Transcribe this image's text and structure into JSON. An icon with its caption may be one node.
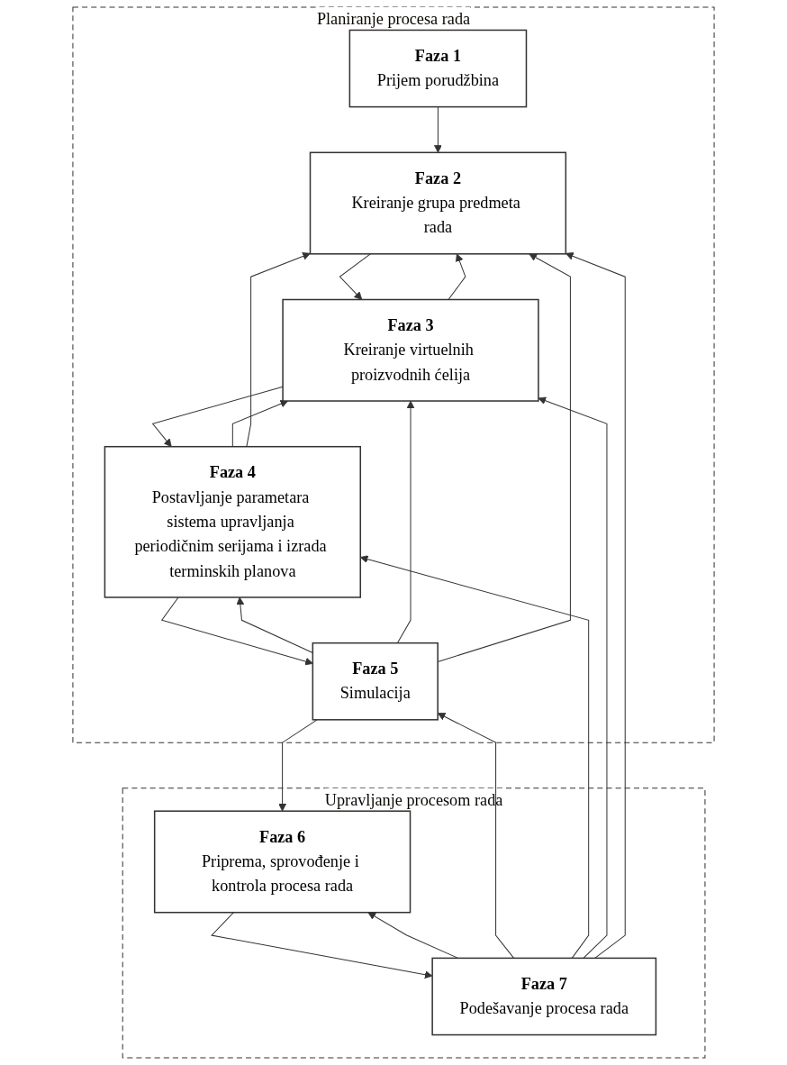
{
  "diagram": {
    "nodes": [
      {
        "text": [
          "Planiranje procesa rada"
        ]
      },
      {
        "text": [
          "Faza 1",
          "Prijem porudžbina"
        ],
        "in": 0
      },
      {
        "text": [
          "Faza 2",
          "Kreiranje grupa predmeta rada"
        ],
        "in": 0
      },
      {
        "text": [
          "Faza 3",
          "Kreiranje virtuelnih proizvodnih ćelija"
        ],
        "in": 0
      },
      {
        "text": [
          "Faza 4",
          "Postavljanje parametara sistema upravljanja periodičnim serijama i izrada terminskih planova"
        ],
        "in": 0
      },
      {
        "text": [
          "Faza 5",
          "Simulacija"
        ],
        "in": 0
      },
      {
        "text": [
          "Upravljanje procesom rada"
        ]
      },
      {
        "text": [
          "Faza 6",
          "Priprema, sprovođenje i kontrola procesa rada"
        ],
        "in": 6
      },
      {
        "text": [
          "Faza 7",
          "Podešavanje procesa rada"
        ],
        "in": 6
      }
    ],
    "edges": [
      {
        "from": 1,
        "to": 2,
        "arrow": "to"
      },
      {
        "from": 2,
        "to": 3,
        "arrow": "to"
      },
      {
        "from": 3,
        "to": 4,
        "arrow": "to"
      },
      {
        "from": 4,
        "to": 5,
        "arrow": "to"
      },
      {
        "from": 5,
        "to": 7,
        "arrow": "to"
      },
      {
        "from": 7,
        "to": 8,
        "arrow": "to"
      },
      {
        "from": 3,
        "to": 2,
        "arrow": "to"
      },
      {
        "from": 4,
        "to": 3,
        "arrow": "to"
      },
      {
        "from": 4,
        "to": 2,
        "arrow": "to"
      },
      {
        "from": 5,
        "to": 4,
        "arrow": "to"
      },
      {
        "from": 5,
        "to": 3,
        "arrow": "to"
      },
      {
        "from": 5,
        "to": 2,
        "arrow": "to"
      },
      {
        "from": 8,
        "to": 7,
        "arrow": "to"
      },
      {
        "from": 8,
        "to": 5,
        "arrow": "to"
      },
      {
        "from": 8,
        "to": 4,
        "arrow": "to"
      },
      {
        "from": 8,
        "to": 3,
        "arrow": "to"
      },
      {
        "from": 8,
        "to": 2,
        "arrow": "to"
      }
    ]
  }
}
